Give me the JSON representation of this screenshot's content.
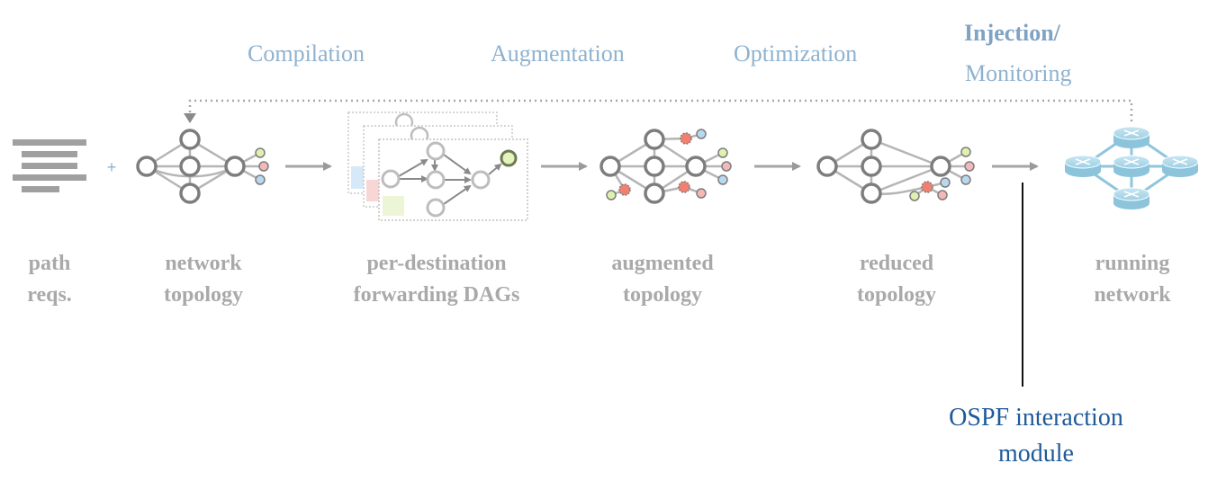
{
  "phases": {
    "compilation": "Compilation",
    "augmentation": "Augmentation",
    "optimization": "Optimization",
    "injection": "Injection",
    "slash": "/",
    "monitoring": "Monitoring"
  },
  "stages": {
    "path_reqs": {
      "line1": "path",
      "line2": "reqs."
    },
    "network_topology": {
      "line1": "network",
      "line2": "topology"
    },
    "dags": {
      "line1": "per-destination",
      "line2": "forwarding DAGs"
    },
    "augmented": {
      "line1": "augmented",
      "line2": "topology"
    },
    "reduced": {
      "line1": "reduced",
      "line2": "topology"
    },
    "running": {
      "line1": "running",
      "line2": "network"
    }
  },
  "plus_sign": "+",
  "module": {
    "line1": "OSPF interaction",
    "line2": "module"
  },
  "colors": {
    "phase_text": "#8fb2cf",
    "stage_text": "#a9a9a9",
    "module_text": "#1f5a9a",
    "node_stroke": "#7d7d7d",
    "edge": "#b5b5b5",
    "fake_node": "#f08070",
    "dest_green": "#dff0b0",
    "dest_red": "#f5b8b8",
    "dest_blue": "#b8d8ef",
    "router": "#9ccfe4"
  }
}
